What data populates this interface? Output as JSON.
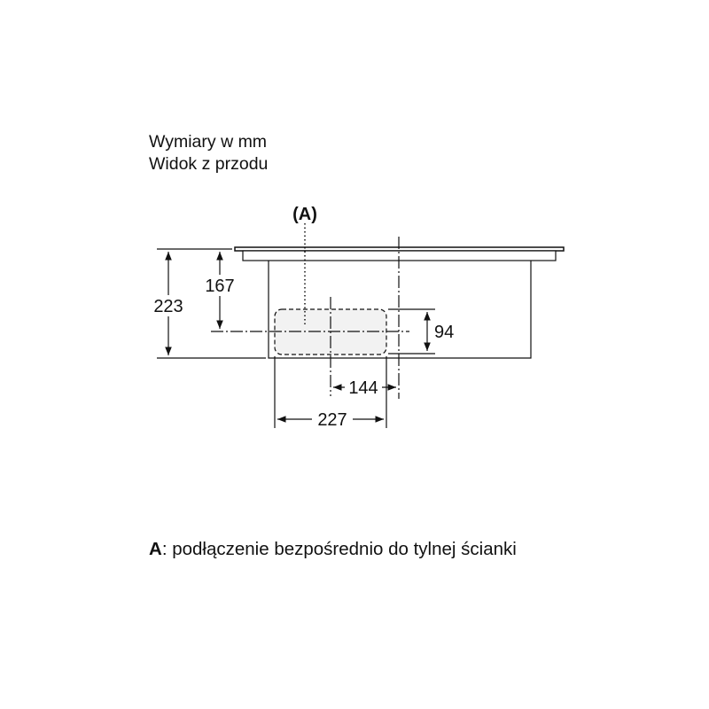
{
  "header": {
    "line1": "Wymiary w mm",
    "line2": "Widok z przodu"
  },
  "callout_label": "(A)",
  "dimensions": {
    "total_height": "223",
    "center_height": "167",
    "opening_height": "94",
    "offset_width": "144",
    "opening_width": "227"
  },
  "footer": {
    "key": "A",
    "text": ": podłączenie bezpośrednio do tylnej ścianki"
  },
  "colors": {
    "line": "#111111",
    "opening_fill": "#f2f2f2"
  }
}
